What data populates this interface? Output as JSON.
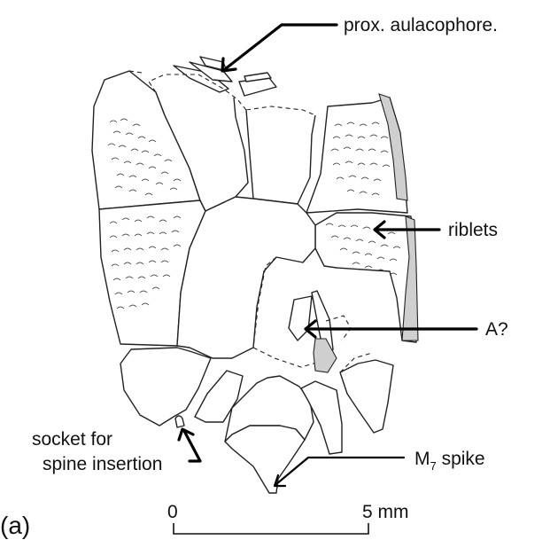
{
  "panel_label": "(a)",
  "labels": {
    "prox_aulacophore": "prox. aulacophore.",
    "riblets": "riblets",
    "a_query": "A?",
    "socket_line1": "socket for",
    "socket_line2": "spine insertion",
    "m7_prefix": "M",
    "m7_subscript": "7",
    "m7_suffix": " spike"
  },
  "scale_bar": {
    "start_label": "0",
    "end_label": "5 mm"
  }
}
